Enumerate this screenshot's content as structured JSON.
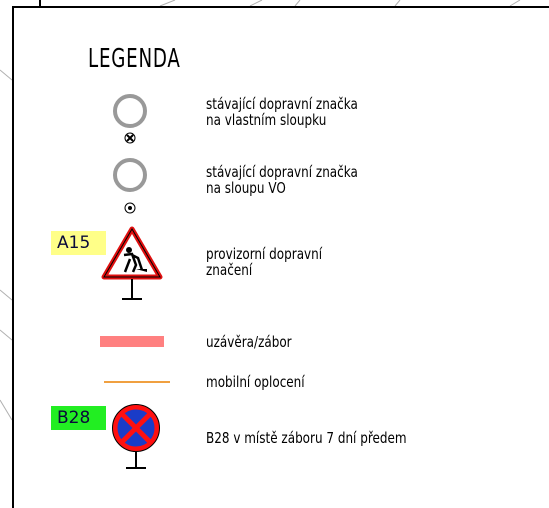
{
  "legend": {
    "title": "LEGENDA",
    "items": [
      {
        "symbol": "existing-sign-own-post-icon",
        "label": "stávající dopravní značka\nna vlastním sloupku"
      },
      {
        "symbol": "existing-sign-lamp-post-icon",
        "label": "stávající dopravní značka\nna sloupu VO"
      },
      {
        "symbol": "roadworks-warning-sign-icon",
        "code": "A15",
        "code_color": "#ffff88",
        "label": "provizorní dopravní\nznačení"
      },
      {
        "symbol": "closure-area-bar",
        "color": "#ff8080",
        "label": "uzávěra/zábor"
      },
      {
        "symbol": "mobile-fence-line",
        "color": "#f0a040",
        "label": "mobilní oplocení"
      },
      {
        "symbol": "no-stopping-sign-icon",
        "code": "B28",
        "code_color": "#22ee22",
        "label": "B28 v místě záboru 7 dní předem"
      }
    ]
  }
}
